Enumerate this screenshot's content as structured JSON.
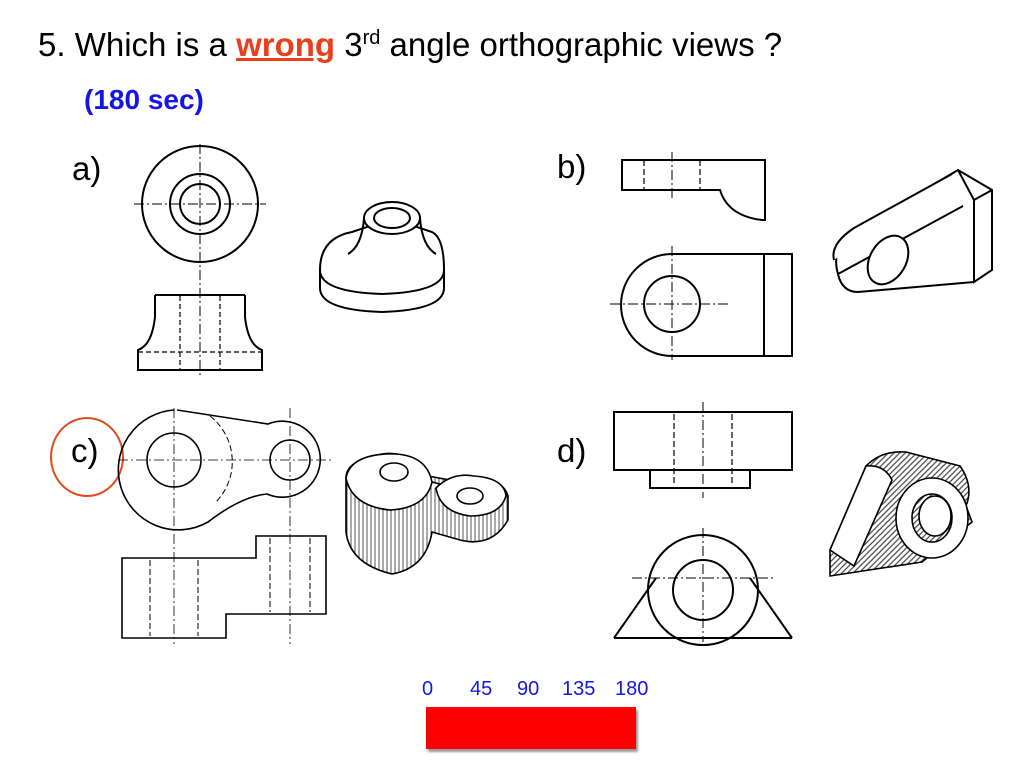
{
  "question": {
    "prefix": "5. Which is a ",
    "emphasis": "wrong",
    "number": " 3",
    "ordinal": "rd",
    "suffix": " angle orthographic views ?"
  },
  "timer_label": "(180 sec)",
  "options": [
    {
      "label": "a)",
      "selected": false
    },
    {
      "label": "b)",
      "selected": false
    },
    {
      "label": "c)",
      "selected": true
    },
    {
      "label": "d)",
      "selected": false
    }
  ],
  "timer": {
    "ticks": [
      "0",
      "45",
      "90",
      "135",
      "180"
    ],
    "elapsed_fraction": 1.0,
    "bar_color": "#ff0000"
  },
  "colors": {
    "emphasis": "#e8401c",
    "timer_text": "#1515e6",
    "marker": "#e04a1c"
  }
}
